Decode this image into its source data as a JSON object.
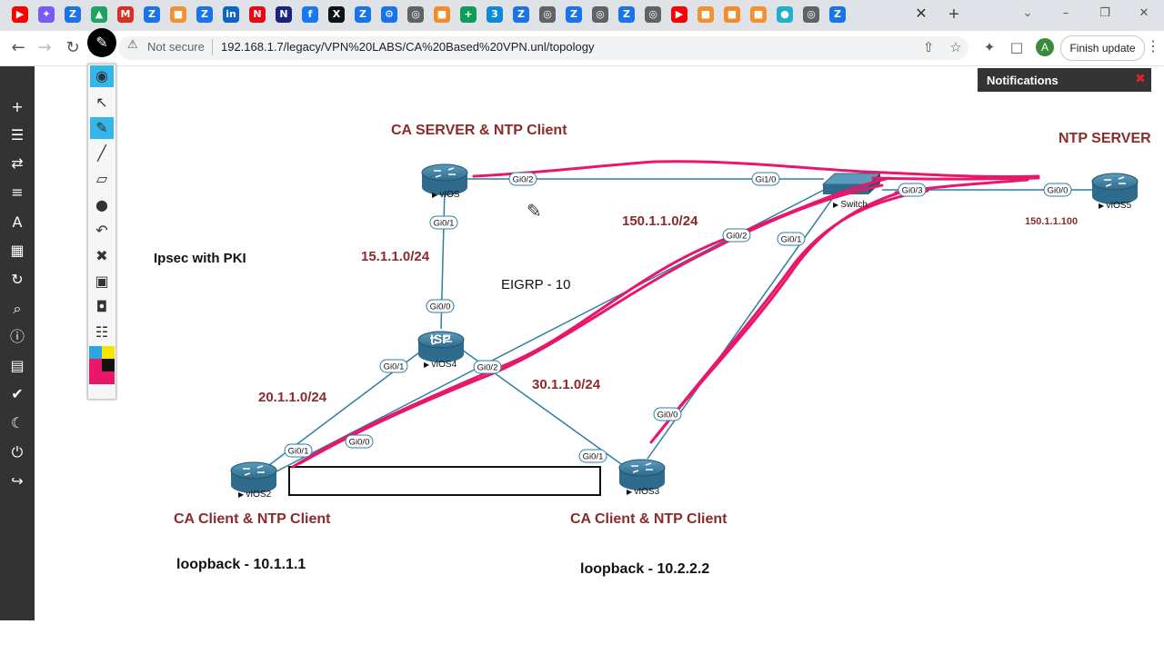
{
  "browser": {
    "tab_icons": [
      {
        "name": "youtube-icon",
        "color": "#ff0000",
        "glyph": "▶"
      },
      {
        "name": "gemini-icon",
        "color": "#7a5af5",
        "glyph": "✦"
      },
      {
        "name": "zoho-icon",
        "color": "#1a73e8",
        "glyph": "Z"
      },
      {
        "name": "drive-icon",
        "color": "#1ea362",
        "glyph": "▲"
      },
      {
        "name": "gmail-icon",
        "color": "#d93025",
        "glyph": "M"
      },
      {
        "name": "zoho-icon",
        "color": "#1a73e8",
        "glyph": "Z"
      },
      {
        "name": "orange-tab-icon",
        "color": "#f29130",
        "glyph": "■"
      },
      {
        "name": "zoho-icon",
        "color": "#1a73e8",
        "glyph": "Z"
      },
      {
        "name": "linkedin-icon",
        "color": "#0a66c2",
        "glyph": "in"
      },
      {
        "name": "netflix-icon",
        "color": "#e50914",
        "glyph": "N"
      },
      {
        "name": "n-app-icon",
        "color": "#1a237e",
        "glyph": "N"
      },
      {
        "name": "facebook-icon",
        "color": "#1877f2",
        "glyph": "f"
      },
      {
        "name": "x-icon",
        "color": "#111111",
        "glyph": "X"
      },
      {
        "name": "zoho-icon",
        "color": "#1a73e8",
        "glyph": "Z"
      },
      {
        "name": "gear-icon",
        "color": "#1a73e8",
        "glyph": "⚙"
      },
      {
        "name": "chrome-icon",
        "color": "#5f6368",
        "glyph": "◎"
      },
      {
        "name": "orange-tab-icon",
        "color": "#f28c28",
        "glyph": "■"
      },
      {
        "name": "sheets-icon",
        "color": "#0f9d58",
        "glyph": "+"
      },
      {
        "name": "three-icon",
        "color": "#0b8ad6",
        "glyph": "3"
      },
      {
        "name": "zoho-icon",
        "color": "#1a73e8",
        "glyph": "Z"
      },
      {
        "name": "chrome-icon",
        "color": "#5f6368",
        "glyph": "◎"
      },
      {
        "name": "zoho-icon",
        "color": "#1a73e8",
        "glyph": "Z"
      },
      {
        "name": "chrome-icon",
        "color": "#5f6368",
        "glyph": "◎"
      },
      {
        "name": "zoho-icon",
        "color": "#1a73e8",
        "glyph": "Z"
      },
      {
        "name": "chrome-icon",
        "color": "#5f6368",
        "glyph": "◎"
      },
      {
        "name": "youtube-icon",
        "color": "#ff0000",
        "glyph": "▶"
      },
      {
        "name": "orange-tab-icon",
        "color": "#f29130",
        "glyph": "■"
      },
      {
        "name": "orange-tab-icon",
        "color": "#f28c28",
        "glyph": "■"
      },
      {
        "name": "orange-tab-icon",
        "color": "#f29130",
        "glyph": "■"
      },
      {
        "name": "headset-icon",
        "color": "#20b0c8",
        "glyph": "●"
      },
      {
        "name": "chrome-icon",
        "color": "#5f6368",
        "glyph": "◎"
      },
      {
        "name": "zoho-icon",
        "color": "#1a73e8",
        "glyph": "Z"
      }
    ],
    "active_tab_close": "✕",
    "new_tab": "+",
    "window_controls": {
      "dropdown": "⌄",
      "minimize": "–",
      "maximize": "❐",
      "close": "✕"
    },
    "nav": {
      "back": "←",
      "forward": "→",
      "reload": "↻"
    },
    "security_icon": "⚠",
    "security_label": "Not secure",
    "url": "192.168.1.7/legacy/VPN%20LABS/CA%20Based%20VPN.unl/topology",
    "right_icons": {
      "share": "⇧",
      "star": "☆",
      "extensions": "✦",
      "sidepanel": "□"
    },
    "avatar_letter": "A",
    "finish_update_label": "Finish update",
    "menu": "⋮",
    "draw_logo": "✎"
  },
  "left_toolbar": [
    {
      "name": "add-icon",
      "glyph": "+"
    },
    {
      "name": "nodes-icon",
      "glyph": "☰"
    },
    {
      "name": "connections-icon",
      "glyph": "⇄"
    },
    {
      "name": "list-icon",
      "glyph": "≡"
    },
    {
      "name": "text-icon",
      "glyph": "A"
    },
    {
      "name": "grid-icon",
      "glyph": "▦"
    },
    {
      "name": "refresh-icon",
      "glyph": "↻"
    },
    {
      "name": "zoom-icon",
      "glyph": "⌕"
    },
    {
      "name": "info-icon",
      "glyph": "ⓘ"
    },
    {
      "name": "notes-icon",
      "glyph": "▤"
    },
    {
      "name": "status-icon",
      "glyph": "✔"
    },
    {
      "name": "dark-mode-icon",
      "glyph": "☾"
    },
    {
      "name": "power-icon",
      "glyph": "⏻"
    },
    {
      "name": "logout-icon",
      "glyph": "↪"
    }
  ],
  "draw_tools": [
    {
      "name": "eye-icon",
      "glyph": "◉",
      "active": true
    },
    {
      "name": "pointer-icon",
      "glyph": "↖",
      "active": false
    },
    {
      "name": "highlighter-icon",
      "glyph": "✎",
      "active": true
    },
    {
      "name": "pen-icon",
      "glyph": "╱",
      "active": false
    },
    {
      "name": "eraser-icon",
      "glyph": "▱",
      "active": false
    },
    {
      "name": "dot-icon",
      "glyph": "●",
      "active": false
    },
    {
      "name": "undo-icon",
      "glyph": "↶",
      "active": false
    },
    {
      "name": "trash-icon",
      "glyph": "✖",
      "active": false
    },
    {
      "name": "board-icon",
      "glyph": "▣",
      "active": false
    },
    {
      "name": "camera-icon",
      "glyph": "◘",
      "active": false
    },
    {
      "name": "clipboard-icon",
      "glyph": "☷",
      "active": false
    }
  ],
  "palette_colors": [
    "#2aa7e0",
    "#f5e600",
    "#e8176a",
    "#111111",
    "#e8176a",
    "#e8176a"
  ],
  "ink_color": "#e8176a",
  "link_color": "#2e7ea6",
  "notifications": {
    "title": "Notifications",
    "close": "✖"
  },
  "topology": {
    "nodes": {
      "vios": {
        "host": "vIOS",
        "label": "CA  SERVER  & NTP Client"
      },
      "isp": {
        "host": "vIOS4",
        "label": "ISP"
      },
      "vios2": {
        "host": "vIOS2",
        "label": "CA Client & NTP Client",
        "loopback": "loopback - 10.1.1.1"
      },
      "vios3": {
        "host": "vIOS3",
        "label": "CA Client & NTP Client",
        "loopback": "loopback - 10.2.2.2"
      },
      "switch": {
        "host": "Switch"
      },
      "vios5": {
        "host": "vIOS5",
        "label": "NTP SERVER",
        "ip": "150.1.1.100"
      }
    },
    "networks": [
      "15.1.1.0/24",
      "20.1.1.0/24",
      "30.1.1.0/24",
      "150.1.1.0/24"
    ],
    "protocol_label": "EIGRP - 10",
    "title_note": "Ipsec with PKI",
    "interfaces": {
      "vios_gi02": "Gi0/2",
      "vios_gi01": "Gi0/1",
      "isp_gi00": "Gi0/0",
      "isp_gi01": "Gi0/1",
      "isp_gi02": "Gi0/2",
      "vios2_gi01": "Gi0/1",
      "vios2_gi00": "Gi0/0",
      "vios3_gi01": "Gi0/1",
      "vios3_gi00": "Gi0/0",
      "sw_gi10": "Gi1/0",
      "sw_gi02": "Gi0/2",
      "sw_gi01": "Gi0/1",
      "sw_gi03": "Gi0/3",
      "vios5_gi00": "Gi0/0"
    }
  }
}
